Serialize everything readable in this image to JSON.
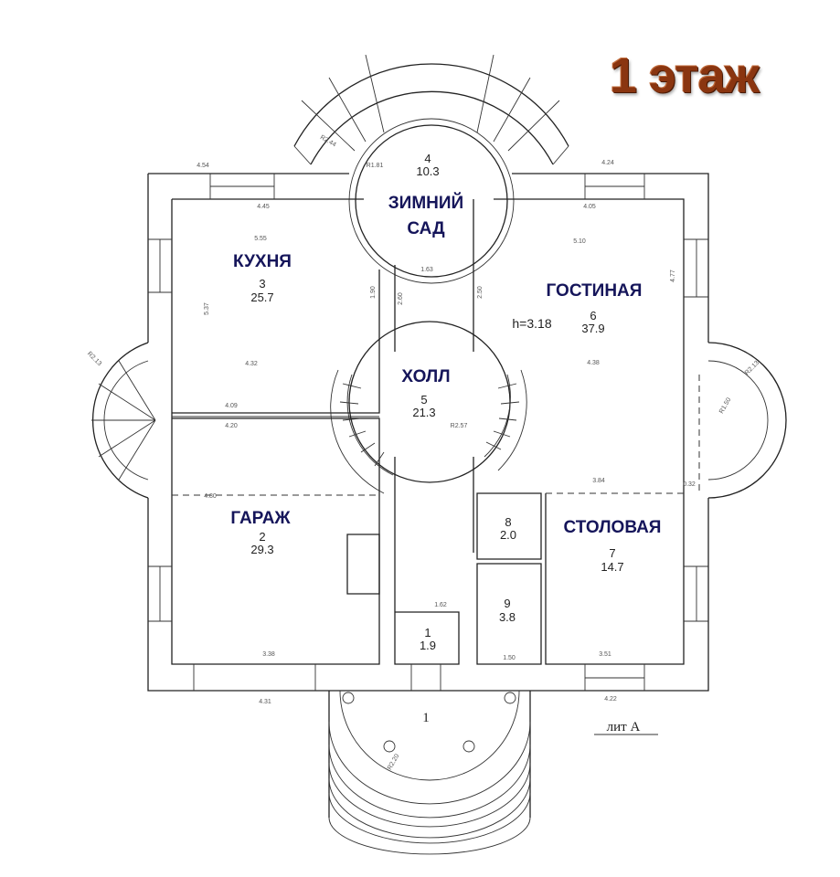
{
  "title": "1 этаж",
  "colors": {
    "title": "#8a3510",
    "room_label": "#15155a",
    "line": "#222222"
  },
  "rooms": [
    {
      "name": "ЗИМНИЙ",
      "name2": "САД",
      "number": "4",
      "area": "10.3"
    },
    {
      "name": "КУХНЯ",
      "number": "3",
      "area": "25.7"
    },
    {
      "name": "ГОСТИНАЯ",
      "number": "6",
      "area": "37.9",
      "height": "h=3.18"
    },
    {
      "name": "ХОЛЛ",
      "number": "5",
      "area": "21.3"
    },
    {
      "name": "ГАРАЖ",
      "number": "2",
      "area": "29.3"
    },
    {
      "name": "СТОЛОВАЯ",
      "number": "7",
      "area": "14.7"
    },
    {
      "number": "8",
      "area": "2.0"
    },
    {
      "number": "9",
      "area": "3.8"
    },
    {
      "number": "1",
      "area": "1.9"
    }
  ],
  "porch_label": "1",
  "lit_label": "лит А",
  "dimensions": [
    "4.54",
    "4.45",
    "5.55",
    "5.37",
    "4.32",
    "4.09",
    "4.20",
    "1.90",
    "2.60",
    "1.63",
    "2.50",
    "4.24",
    "4.05",
    "5.10",
    "4.77",
    "4.38",
    "3.84",
    "0.32",
    "R1.50",
    "R2.57",
    "4.80",
    "3.38",
    "3.51",
    "1.50",
    "1.62",
    "4.31",
    "4.22",
    "R2.20",
    "R2.44",
    "R1.81",
    "R2.13",
    "R2.13"
  ]
}
